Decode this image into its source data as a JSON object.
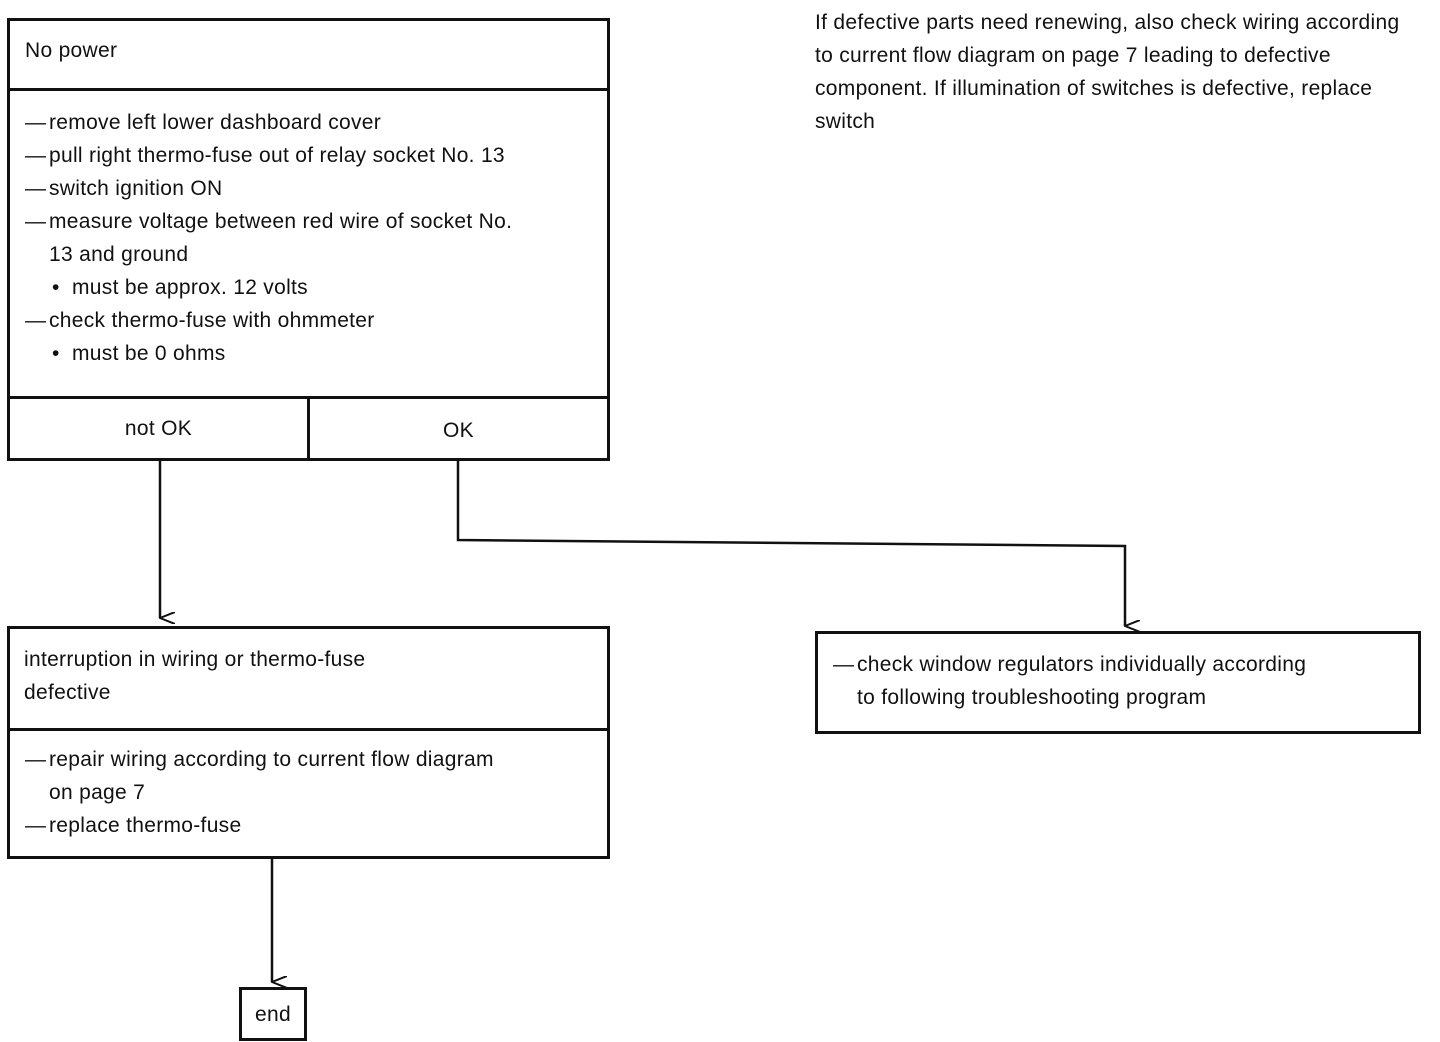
{
  "note": "If defective parts need renewing, also check wiring according to current flow diagram on page 7 leading to defective component. If illumination of switches is defective, replace switch",
  "box1": {
    "title": "No power",
    "steps": [
      "remove left lower dashboard cover",
      "pull right thermo-fuse out of relay socket No. 13",
      "switch ignition ON",
      "measure voltage between red wire of socket No.",
      "13 and ground",
      "must be approx. 12 volts",
      "check thermo-fuse with ohmmeter",
      "must be 0 ohms"
    ],
    "not_ok": "not OK",
    "ok": "OK"
  },
  "box2": {
    "title_line1": "interruption in wiring or thermo-fuse",
    "title_line2": "defective",
    "steps": [
      "repair wiring according to current flow diagram",
      "on page 7",
      "replace thermo-fuse"
    ]
  },
  "box3": {
    "line1": "check window regulators individually according",
    "line2": "to following troubleshooting program"
  },
  "end": "end"
}
